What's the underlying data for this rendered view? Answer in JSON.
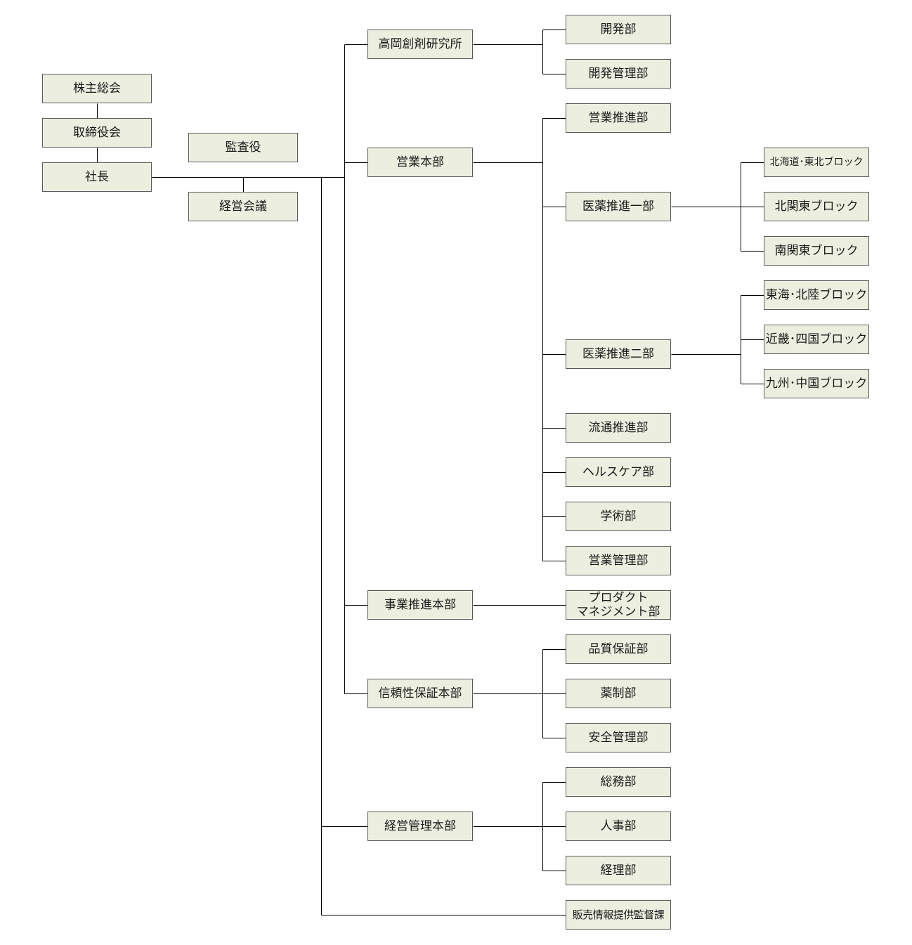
{
  "colors": {
    "box_fill": "#ecefdf",
    "box_border": "#5a5a5a",
    "line": "#000000"
  },
  "nodes": {
    "shareholders": "株主総会",
    "board": "取締役会",
    "president": "社長",
    "auditor": "監査役",
    "mgmt_meeting": "経営会議",
    "research_lab": "高岡創剤研究所",
    "dev": "開発部",
    "dev_mgmt": "開発管理部",
    "sales_hq": "営業本部",
    "sales_promo": "営業推進部",
    "med1": "医薬推進一部",
    "hokkaido_tohoku": "北海道･東北ブロック",
    "kitakanto": "北関東ブロック",
    "minamikanto": "南関東ブロック",
    "med2": "医薬推進二部",
    "tokai_hokuriku": "東海･北陸ブロック",
    "kinki_shikoku": "近畿･四国ブロック",
    "kyushu_chugoku": "九州･中国ブロック",
    "distribution": "流通推進部",
    "healthcare": "ヘルスケア部",
    "academic": "学術部",
    "sales_mgmt": "営業管理部",
    "biz_promo_hq": "事業推進本部",
    "product_mgmt": "プロダクト\nマネジメント部",
    "reliability_hq": "信頼性保証本部",
    "qa": "品質保証部",
    "regulatory": "薬制部",
    "safety": "安全管理部",
    "admin_hq": "経営管理本部",
    "general_affairs": "総務部",
    "hr": "人事部",
    "accounting": "経理部",
    "sales_info": "販売情報提供監督課"
  }
}
